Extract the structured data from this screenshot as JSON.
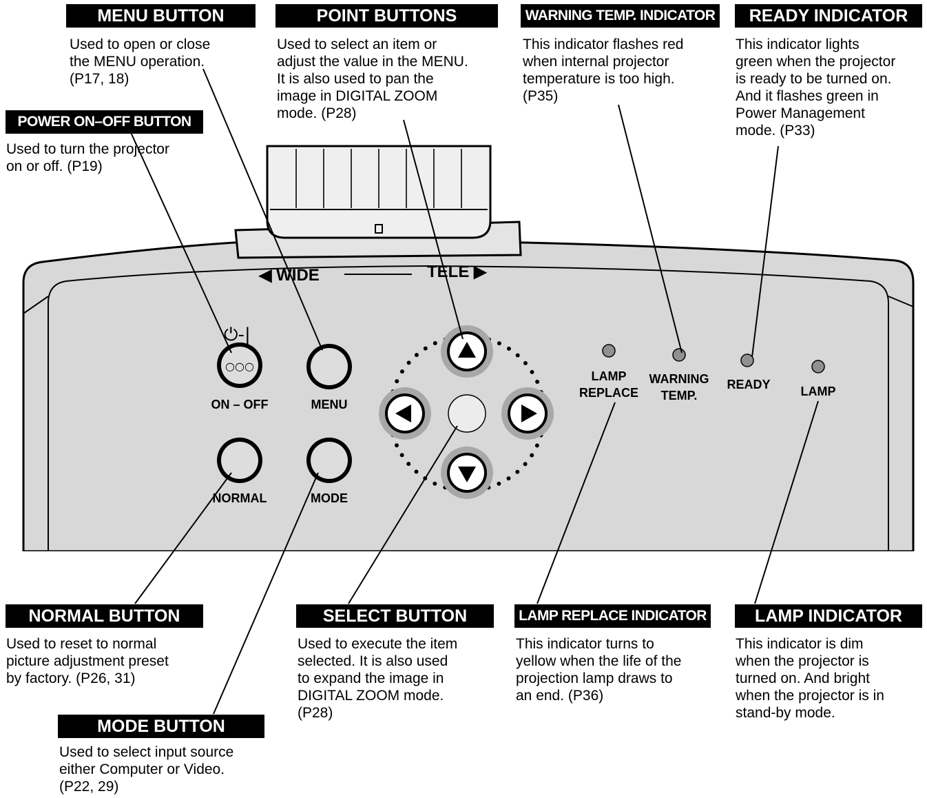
{
  "callouts": {
    "menu": {
      "title": "MENU BUTTON",
      "lines": [
        "Used to open or close",
        "the MENU operation.",
        "(P17, 18)"
      ]
    },
    "point": {
      "title": "POINT BUTTONS",
      "lines": [
        "Used to select an item or",
        "adjust the value in the MENU.",
        "It is also used to pan the",
        "image in DIGITAL ZOOM",
        "mode. (P28)"
      ]
    },
    "warning": {
      "title": "WARNING TEMP. INDICATOR",
      "lines": [
        "This indicator flashes red",
        "when internal projector",
        "temperature is too high.",
        "(P35)"
      ]
    },
    "ready": {
      "title": "READY INDICATOR",
      "lines": [
        "This indicator lights",
        "green when the projector",
        "is ready to be turned on.",
        "And it flashes green in",
        "Power Management",
        "mode. (P33)"
      ]
    },
    "power": {
      "title": "POWER ON–OFF BUTTON",
      "lines": [
        "Used to turn the projector",
        "on or off. (P19)"
      ]
    },
    "normal": {
      "title": "NORMAL BUTTON",
      "lines": [
        "Used to reset to normal",
        "picture adjustment preset",
        "by factory. (P26, 31)"
      ]
    },
    "select": {
      "title": "SELECT BUTTON",
      "lines": [
        "Used to execute the item",
        "selected. It is also used",
        "to expand the image in",
        "DIGITAL ZOOM mode.",
        "(P28)"
      ]
    },
    "lampreplace": {
      "title": "LAMP REPLACE INDICATOR",
      "lines": [
        "This indicator turns to",
        "yellow when the life of the",
        "projection lamp draws to",
        "an end. (P36)"
      ]
    },
    "lamp": {
      "title": "LAMP INDICATOR",
      "lines": [
        "This indicator is dim",
        "when the projector is",
        "turned on. And bright",
        "when the projector is in",
        "stand-by mode."
      ]
    },
    "mode": {
      "title": "MODE BUTTON",
      "lines": [
        "Used to select input source",
        "either Computer or Video.",
        "(P22, 29)"
      ]
    }
  },
  "panel": {
    "zoom_wide": "◀ WIDE",
    "zoom_tele": "TELE ▶",
    "power_symbol": "⏻-|",
    "power_dots": "○○○",
    "btn_onoff": "ON – OFF",
    "btn_menu": "MENU",
    "btn_normal": "NORMAL",
    "btn_mode": "MODE",
    "ind_lamp_replace_1": "LAMP",
    "ind_lamp_replace_2": "REPLACE",
    "ind_warning_1": "WARNING",
    "ind_warning_2": "TEMP.",
    "ind_ready": "READY",
    "ind_lamp": "LAMP"
  },
  "colors": {
    "panel_fill": "#dcdcdc",
    "arrow_ring": "#a8a8a8",
    "indicator": "#909090"
  }
}
